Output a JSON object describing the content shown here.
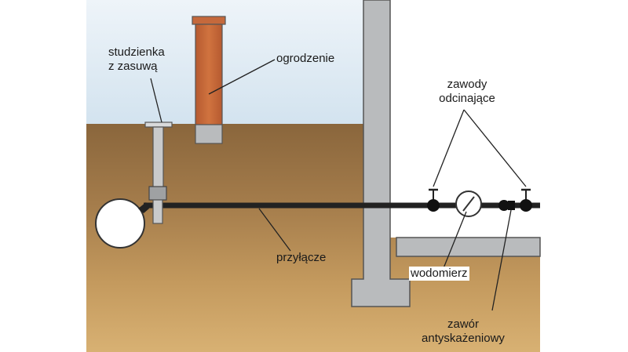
{
  "labels": {
    "chamber": {
      "line1": "studzienka",
      "line2": "z zasuwą"
    },
    "fence": "ogrodzenie",
    "shutoff_valves": {
      "line1": "zawody",
      "line2": "odcinające"
    },
    "connection": "przyłącze",
    "water_meter": "wodomierz",
    "backflow_valve": {
      "line1": "zawór",
      "line2": "antyskażeniowy"
    }
  },
  "colors": {
    "sky": "#dfeaf3",
    "soil_top": "#8e6a3e",
    "soil_bottom": "#d4ac6e",
    "concrete": "#b9bbbd",
    "brick": "#c8683c",
    "pipe": "#222222"
  }
}
